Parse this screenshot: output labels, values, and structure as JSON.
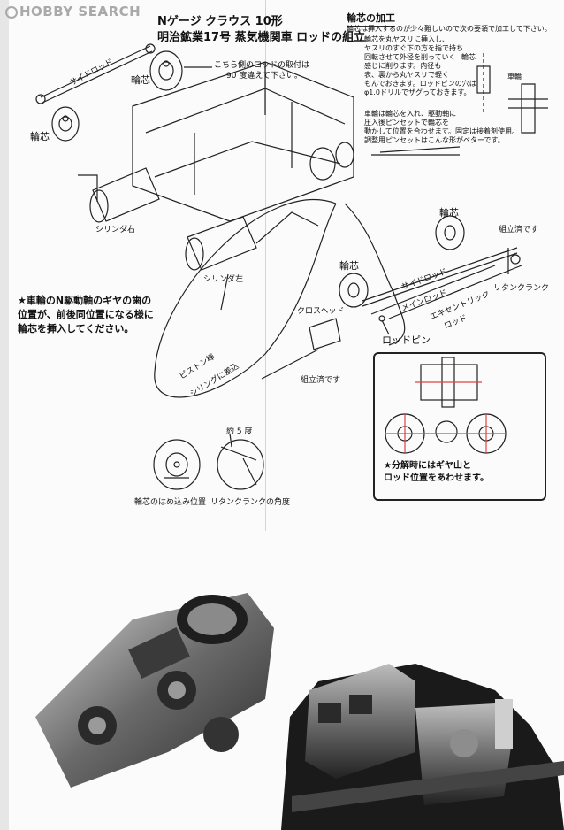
{
  "watermark": "HOBBY SEARCH",
  "title_line1": "Nゲージ クラウス 10形",
  "title_line2": "明治鉱業17号 蒸気機関車 ロッドの組立",
  "note": {
    "heading": "輪芯の加工",
    "lines": [
      "輪芯は挿入するのが少々難しいので次の要領で加工して下さい。",
      "輪芯を丸ヤスリに挿入し、",
      "ヤスリのすぐ下の方を指で持ち",
      "回転させて外径を削っていく",
      "感じに削ります。内径も",
      "表、裏から丸ヤスリで軽く",
      "もんでおきます。ロッドピンの穴は",
      "φ1.0ドリルでザグっておきます。",
      "",
      "車輪は輪芯を入れ、駆動軸に",
      "圧入後ピンセットで輪芯を",
      "動かして位置を合わせます。固定は接着剤使用。",
      "調整用ピンセットはこんな形がベターです。"
    ],
    "label_wheel_core": "輪芯",
    "label_wheel": "車輪"
  },
  "labels": {
    "side_rod_top": "サイドロッド",
    "wheel_core_1": "輪芯",
    "wheel_core_2": "輪芯",
    "rod_note": "こちら側のロッドの取付は",
    "rod_note2": "90 度違えて下さい。",
    "cylinder_right": "シリンダ右",
    "cylinder_left": "シリンダ左",
    "wheel_core_3": "輪芯",
    "assembled_1": "組立済です",
    "wheel_core_4": "輪芯",
    "side_rod": "サイドロッド",
    "main_rod": "メインロッド",
    "eccentric_rod": "エキセントリック",
    "eccentric_rod2": "ロッド",
    "return_crank": "リタンクランク",
    "crosshead": "クロスヘッド",
    "rod_pin": "ロッドピン",
    "piston_rod": "ピストン棒",
    "piston_rod2": "シリンダに差込",
    "assembled_2": "組立済です",
    "core_fit_position": "輪芯のはめ込み位置",
    "return_crank_angle": "リタンクランクの角度",
    "angle_5deg": "約 5 度"
  },
  "warning": [
    "★車輪のN駆動軸のギヤの歯の",
    "位置が、前後同位置になる様に",
    "輪芯を挿入してください。"
  ],
  "gear_note": [
    "★分解時にはギヤ山と",
    "ロッド位置をあわせます。"
  ]
}
